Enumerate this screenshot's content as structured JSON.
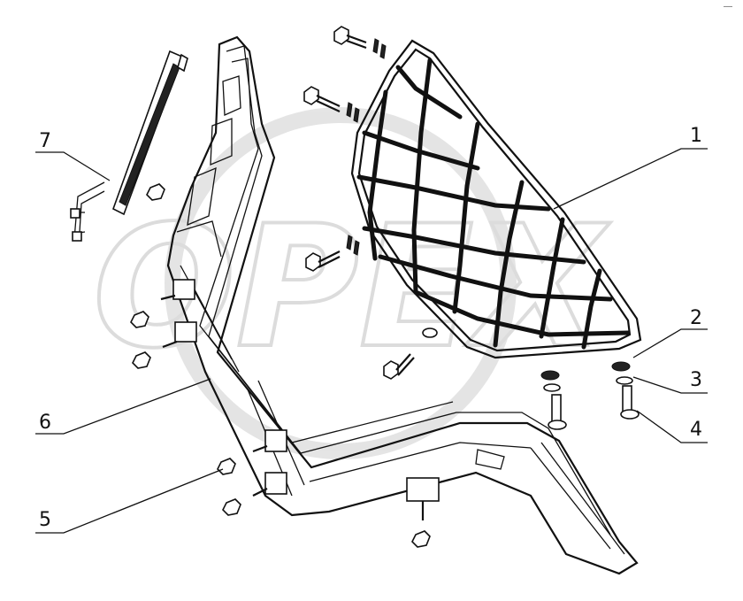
{
  "diagram": {
    "watermark_text": "OPEX",
    "callouts": [
      {
        "id": "1",
        "label": "1"
      },
      {
        "id": "2",
        "label": "2"
      },
      {
        "id": "3",
        "label": "3"
      },
      {
        "id": "4",
        "label": "4"
      },
      {
        "id": "5",
        "label": "5"
      },
      {
        "id": "6",
        "label": "6"
      },
      {
        "id": "7",
        "label": "7"
      }
    ],
    "corner_mark": "—"
  }
}
